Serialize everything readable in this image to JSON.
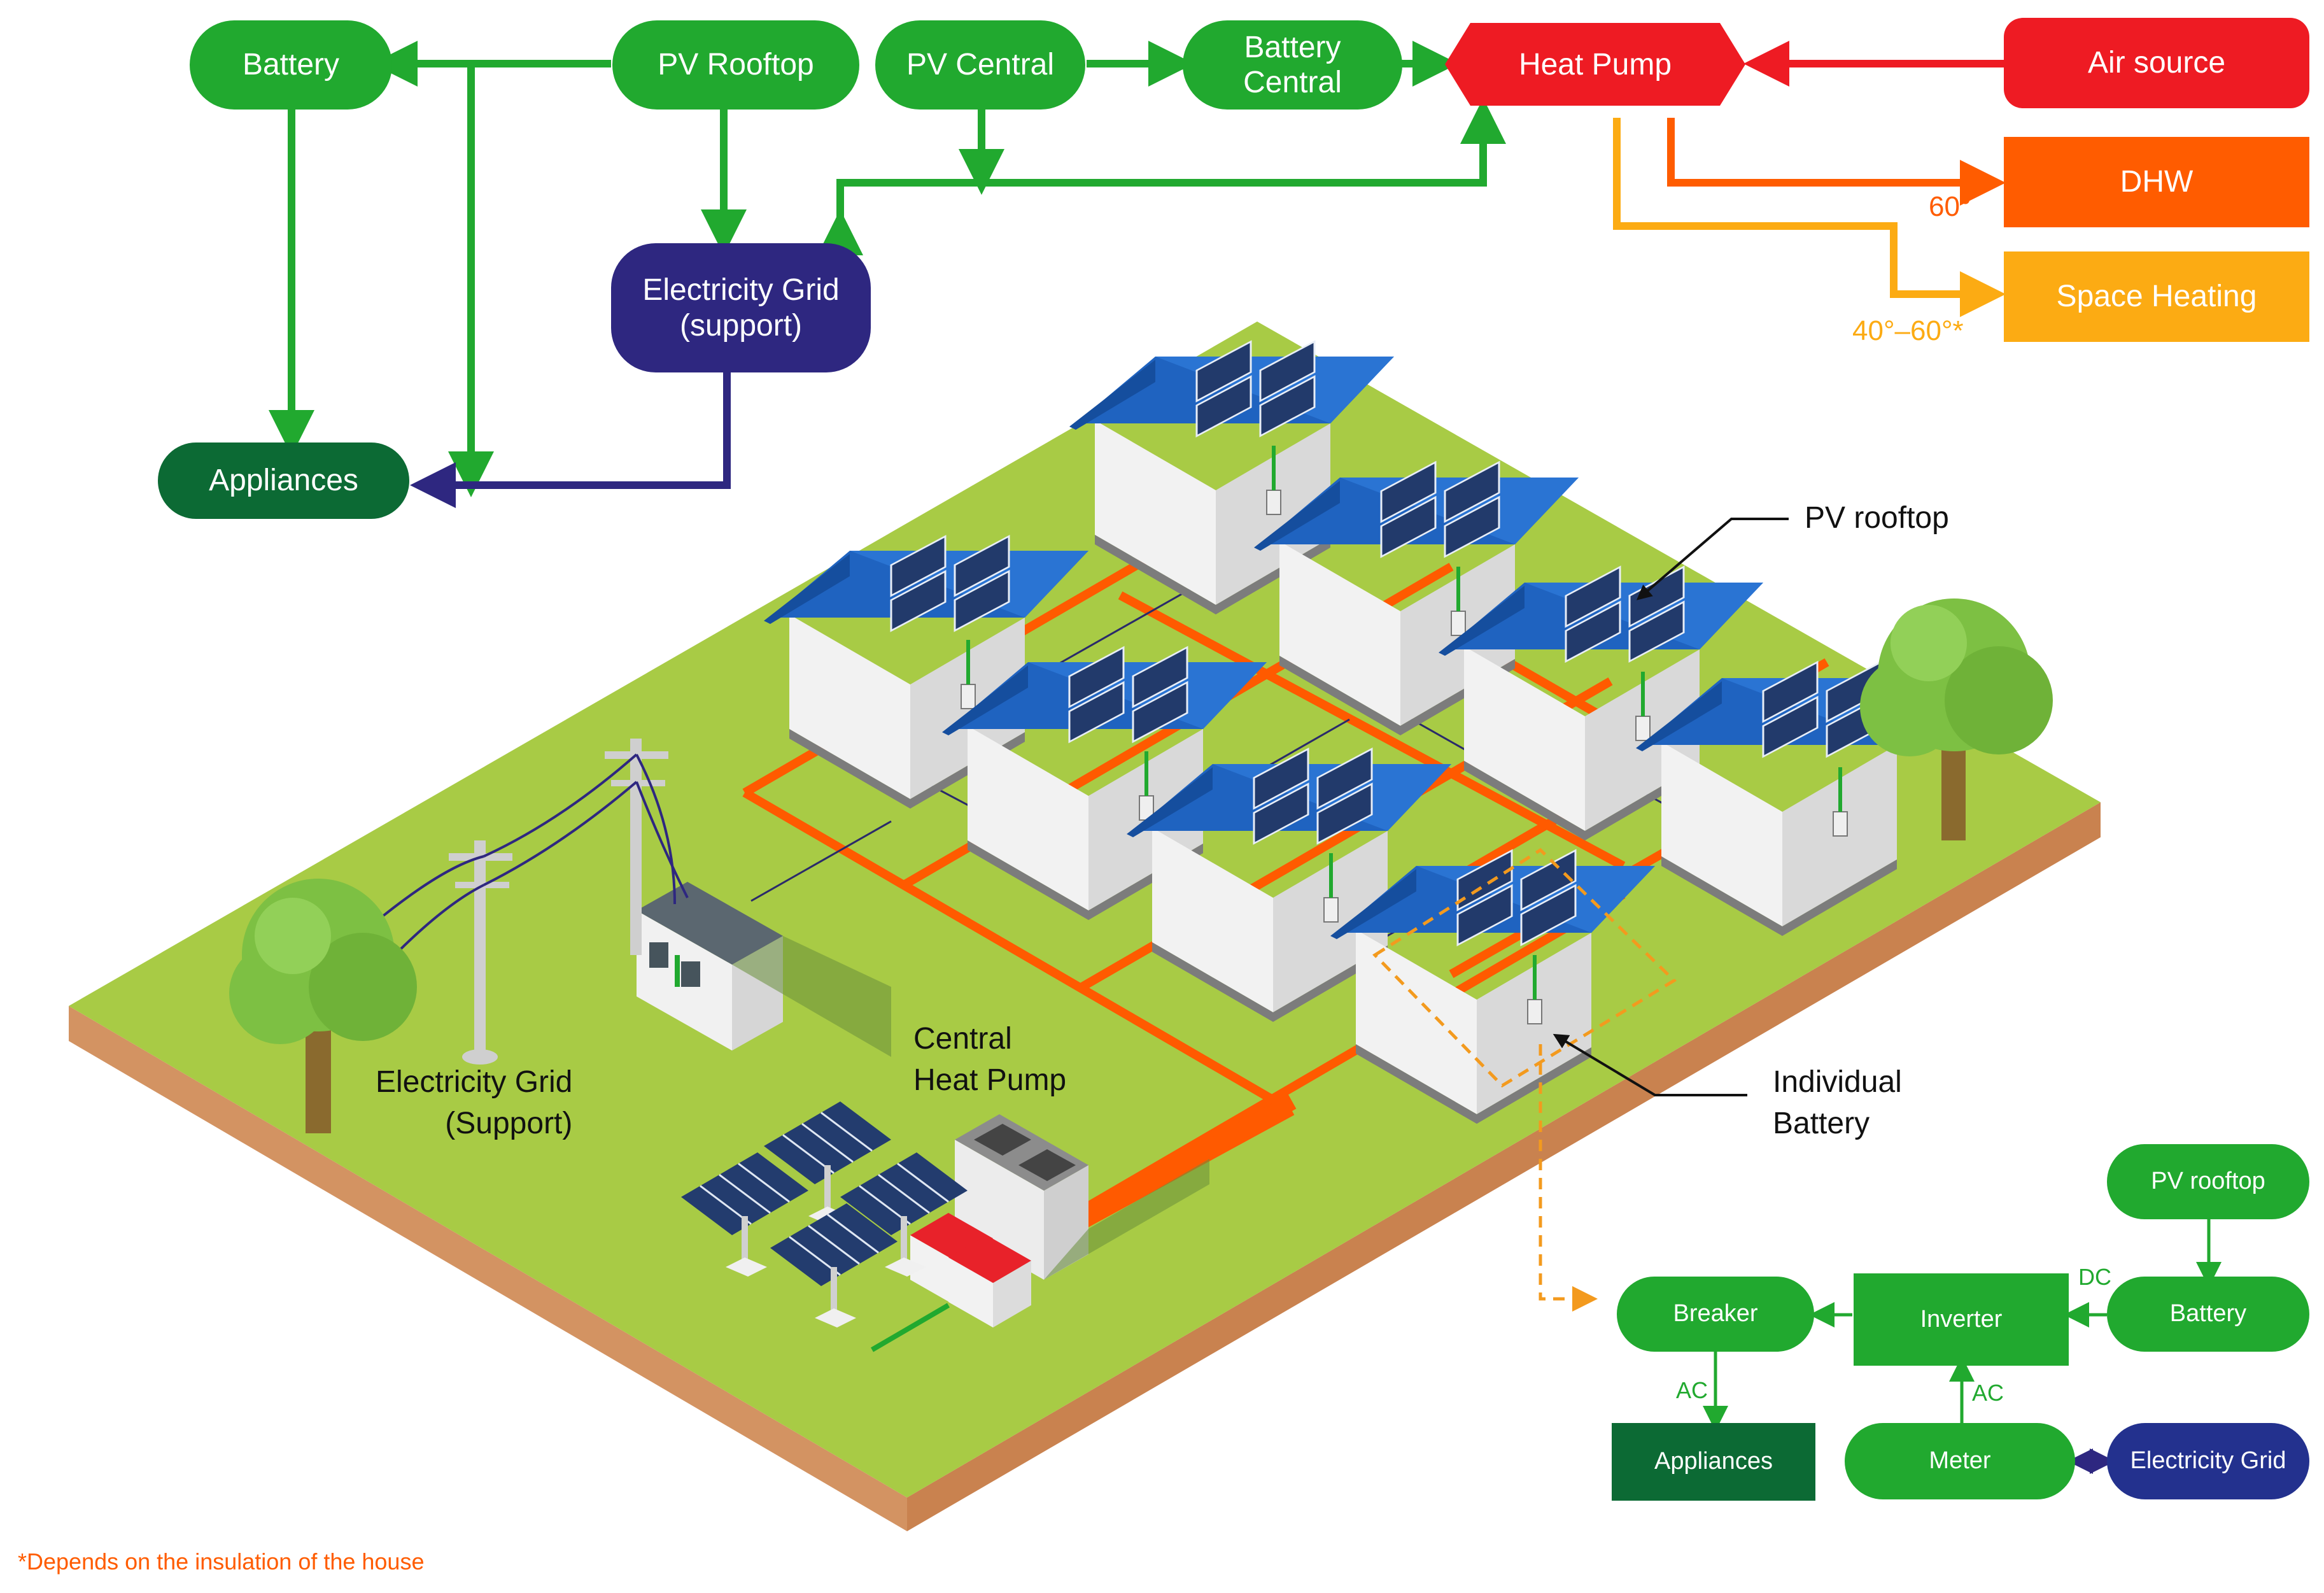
{
  "top_flow": {
    "battery": "Battery",
    "pv_rooftop": "PV Rooftop",
    "pv_central": "PV Central",
    "battery_central": "Battery\nCentral",
    "heat_pump": "Heat Pump",
    "air_source": "Air source",
    "dhw": "DHW",
    "space_heating": "Space Heating",
    "grid_support": "Electricity Grid\n(support)",
    "appliances": "Appliances",
    "temp_dhw": "60°",
    "temp_space": "40°–60°*"
  },
  "scene_labels": {
    "pv_rooftop": "PV rooftop",
    "individual_battery": "Individual\nBattery",
    "grid_support": "Electricity Grid\n(Support)",
    "central_heat_pump": "Central\nHeat Pump"
  },
  "house_flow": {
    "pv_rooftop": "PV rooftop",
    "battery": "Battery",
    "inverter": "Inverter",
    "breaker": "Breaker",
    "appliances": "Appliances",
    "meter": "Meter",
    "electricity_grid": "Electricity Grid",
    "dc": "DC",
    "ac_breaker": "AC",
    "ac_meter": "AC"
  },
  "footnote": "*Depends on the insulation of the house",
  "colors": {
    "green": "#21a92f",
    "dark_green": "#0c6a34",
    "navy": "#2e2780",
    "red": "#ee1b23",
    "orange": "#ff5c00",
    "amber": "#fcab13",
    "grass": "#a9cc44",
    "soil": "#d89a66",
    "roof_blue": "#1f63c0",
    "cable_orange": "#ff5a00"
  }
}
